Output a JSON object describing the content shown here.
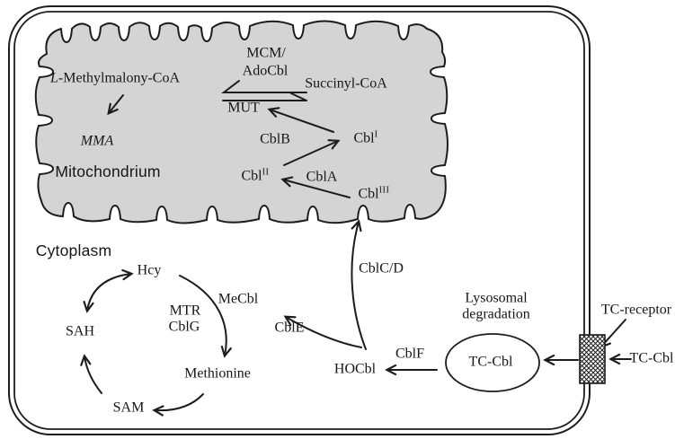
{
  "compartments": {
    "mitochondrion": "Mitochondrium",
    "cytoplasm": "Cytoplasm"
  },
  "mitochondrial_pathway": {
    "l_methylmalonyl_coa": "L-Methylmalony-CoA",
    "mma": "MMA",
    "mcm_line1": "MCM/",
    "mcm_line2": "AdoCbl",
    "mut": "MUT",
    "succinyl_coa": "Succinyl-CoA",
    "cblb": "CblB",
    "cbl_I": {
      "base": "Cbl",
      "sup": "I"
    },
    "cbl_II": {
      "base": "Cbl",
      "sup": "II"
    },
    "cbla": "CblA",
    "cbl_III": {
      "base": "Cbl",
      "sup": "III"
    }
  },
  "methionine_cycle": {
    "hcy": "Hcy",
    "mtr": "MTR",
    "cblg": "CblG",
    "mecbl": "MeCbl",
    "sah": "SAH",
    "methionine": "Methionine",
    "sam": "SAM",
    "cble": "CblE"
  },
  "cytosolic_processing": {
    "cblcd": "CblC/D",
    "hocbl": "HOCbl",
    "cblf": "CblF",
    "lysosome_caption_line1": "Lysosomal",
    "lysosome_caption_line2": "degradation",
    "lysosome_content": "TC-Cbl"
  },
  "membrane_transport": {
    "receptor_label": "TC-receptor",
    "external_ligand": "TC-Cbl"
  },
  "colors": {
    "mitochondrion_fill": "#d4d4d4",
    "line": "#1c1c1c",
    "background": "#ffffff"
  }
}
